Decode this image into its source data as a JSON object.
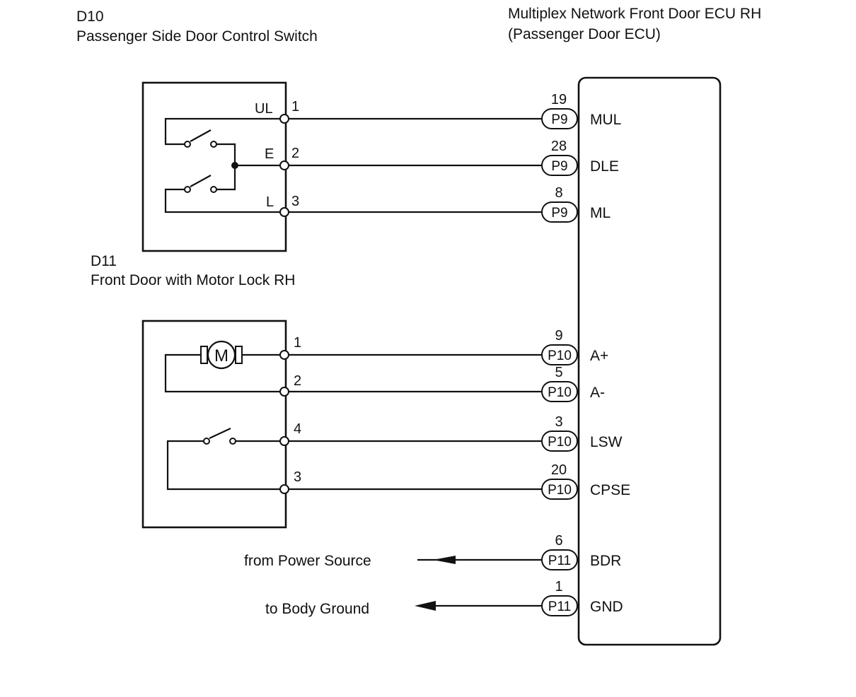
{
  "d10": {
    "code": "D10",
    "name": "Passenger Side Door Control Switch",
    "labels": {
      "ul": "UL",
      "e": "E",
      "l": "L"
    },
    "pins": {
      "p1": "1",
      "p2": "2",
      "p3": "3"
    }
  },
  "d11": {
    "code": "D11",
    "name": "Front Door with Motor Lock RH",
    "motor_symbol": "M",
    "pins": {
      "p1": "1",
      "p2": "2",
      "p4": "4",
      "p3": "3"
    }
  },
  "ecu": {
    "title_line1": "Multiplex Network Front Door ECU RH",
    "title_line2": "(Passenger Door ECU)",
    "terminals": [
      {
        "num": "19",
        "connector": "P9",
        "name": "MUL"
      },
      {
        "num": "28",
        "connector": "P9",
        "name": "DLE"
      },
      {
        "num": "8",
        "connector": "P9",
        "name": "ML"
      },
      {
        "num": "9",
        "connector": "P10",
        "name": "A+"
      },
      {
        "num": "5",
        "connector": "P10",
        "name": "A-"
      },
      {
        "num": "3",
        "connector": "P10",
        "name": "LSW"
      },
      {
        "num": "20",
        "connector": "P10",
        "name": "CPSE"
      },
      {
        "num": "6",
        "connector": "P11",
        "name": "BDR"
      },
      {
        "num": "1",
        "connector": "P11",
        "name": "GND"
      }
    ]
  },
  "external": {
    "power": "from Power Source",
    "ground": "to Body Ground"
  }
}
